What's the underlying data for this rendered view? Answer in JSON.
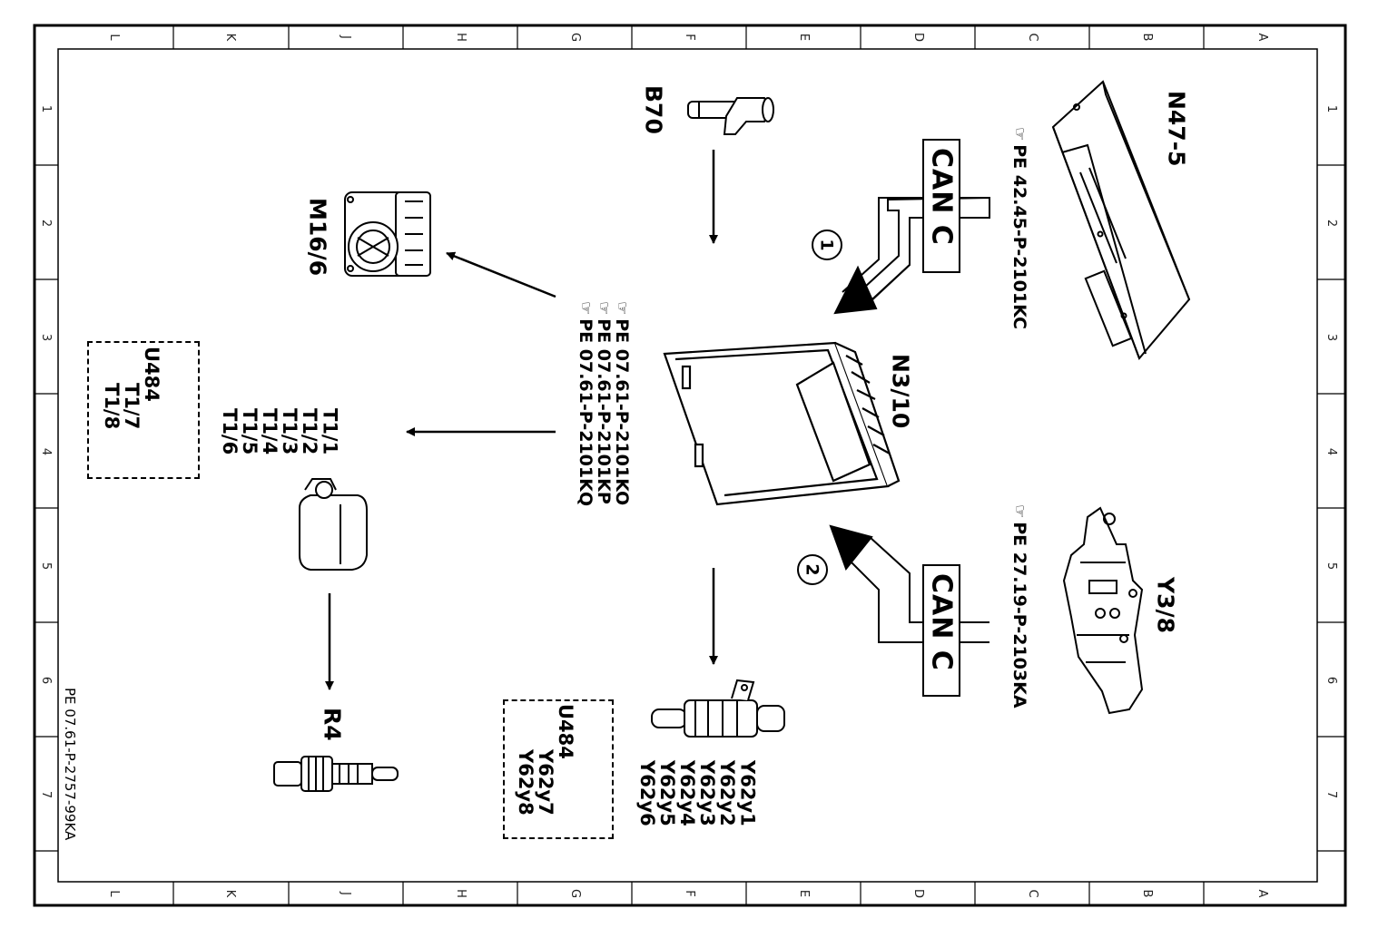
{
  "grid": {
    "columns": [
      "L",
      "K",
      "J",
      "H",
      "G",
      "F",
      "E",
      "D",
      "C",
      "B",
      "A"
    ],
    "rows": [
      "1",
      "2",
      "3",
      "4",
      "5",
      "6",
      "7"
    ]
  },
  "footer_ref": "PE 07.61-P-2757-99KA",
  "components": {
    "b70": "B70",
    "n47_5": "N47-5",
    "m16_6": "M16/6",
    "n3_10": "N3/10",
    "y3_8": "Y3/8",
    "r4": "R4"
  },
  "can_label": "CAN C",
  "circle_markers": [
    "1",
    "2"
  ],
  "refs": {
    "n47_5": "PE 42.45-P-2101KC",
    "y3_8": "PE 27.19-P-2103KA",
    "n3_10": [
      "PE 07.61-P-2101KO",
      "PE 07.61-P-2101KP",
      "PE 07.61-P-2101KQ"
    ]
  },
  "coils": {
    "list": [
      "T1/1",
      "T1/2",
      "T1/3",
      "T1/4",
      "T1/5",
      "T1/6"
    ],
    "box_title": "U484",
    "box_items": [
      "T1/7",
      "T1/8"
    ]
  },
  "injectors": {
    "list": [
      "Y62y1",
      "Y62y2",
      "Y62y3",
      "Y62y4",
      "Y62y5",
      "Y62y6"
    ],
    "box_title": "U484",
    "box_items": [
      "Y62y7",
      "Y62y8"
    ]
  },
  "icons": {
    "reference": "pointing-hand-icon"
  }
}
